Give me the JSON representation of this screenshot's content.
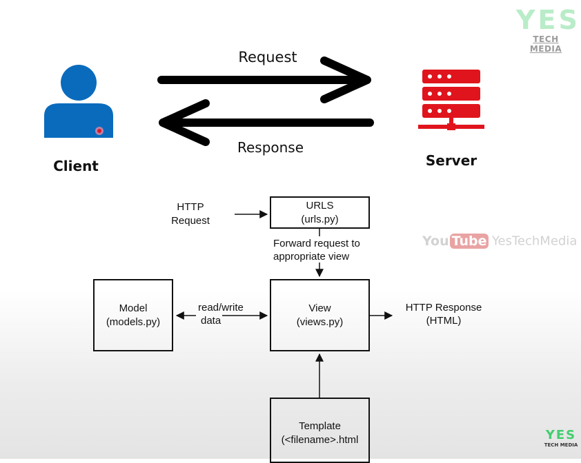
{
  "brand": {
    "top_logo": "YES",
    "top_sub": "TECH MEDIA",
    "bottom_logo": "YES",
    "bottom_sub": "TECH MEDIA",
    "watermark_you": "You",
    "watermark_tube": "Tube",
    "watermark_channel": "YesTechMedia",
    "logo_color": "#b9ecc8",
    "youtube_color": "#e35a5a"
  },
  "top_diagram": {
    "request_label": "Request",
    "response_label": "Response",
    "client_label": "Client",
    "server_label": "Server",
    "client_icon": "user-icon",
    "server_icon": "server-rack-icon",
    "client_color": "#0a6bbd",
    "server_color": "#e0141c"
  },
  "flow": {
    "http_request_line1": "HTTP",
    "http_request_line2": "Request",
    "urls_line1": "URLS",
    "urls_line2": "(urls.py)",
    "forward_line1": "Forward request to",
    "forward_line2": "appropriate view",
    "model_line1": "Model",
    "model_line2": "(models.py)",
    "readwrite_line1": "read/write",
    "readwrite_line2": "data",
    "view_line1": "View",
    "view_line2": "(views.py)",
    "http_response_line1": "HTTP Response",
    "http_response_line2": "(HTML)",
    "template_line1": "Template",
    "template_line2": "(<filename>.html"
  }
}
